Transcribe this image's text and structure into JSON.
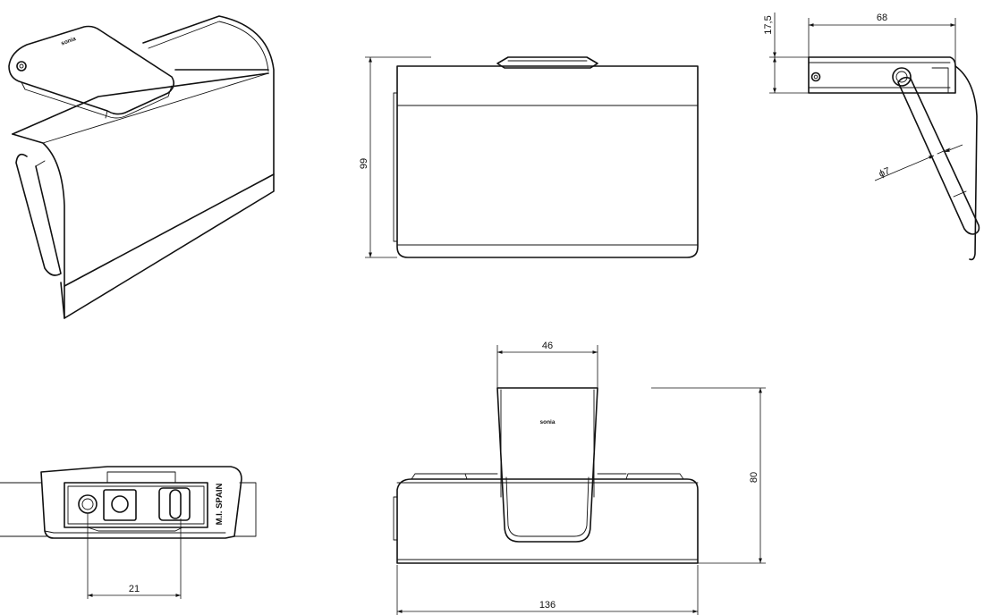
{
  "brand": "sonia",
  "stamp": "M.I. SPAIN",
  "dimensions": {
    "front_height": "99",
    "side_top_offset": "17,5",
    "side_depth": "68",
    "rod_diameter": "ϕ7",
    "top_width": "46",
    "top_depth": "80",
    "overall_width": "136",
    "hole_spacing": "21"
  }
}
